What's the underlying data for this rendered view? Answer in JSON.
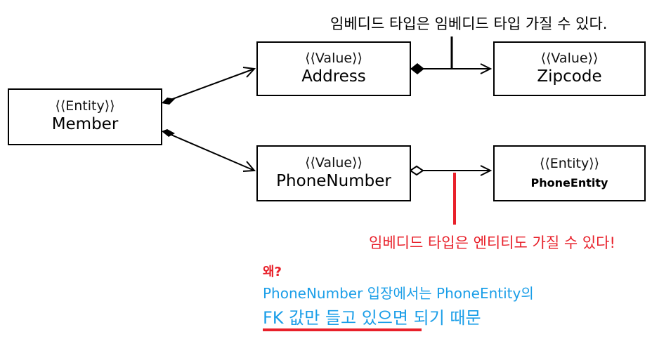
{
  "classes": {
    "member": {
      "stereotype": "⟨⟨Entity⟩⟩",
      "name": "Member"
    },
    "address": {
      "stereotype": "⟨⟨Value⟩⟩",
      "name": "Address"
    },
    "zipcode": {
      "stereotype": "⟨⟨Value⟩⟩",
      "name": "Zipcode"
    },
    "phone_number": {
      "stereotype": "⟨⟨Value⟩⟩",
      "name": "PhoneNumber"
    },
    "phone_entity": {
      "stereotype": "⟨⟨Entity⟩⟩",
      "name": "PhoneEntity"
    }
  },
  "notes": {
    "top": "임베디드 타입은 임베디드 타입 가질 수 있다.",
    "red": "임베디드 타입은 엔티티도 가질 수 있다!",
    "why": "왜?",
    "reason_line1": "PhoneNumber 입장에서는 PhoneEntity의",
    "reason_line2": "FK 값만 들고 있으면 되기 때문"
  },
  "colors": {
    "stroke": "#000000",
    "note_red": "#e8202a",
    "note_blue": "#1a9ee8",
    "underline_red": "#e8202a"
  }
}
